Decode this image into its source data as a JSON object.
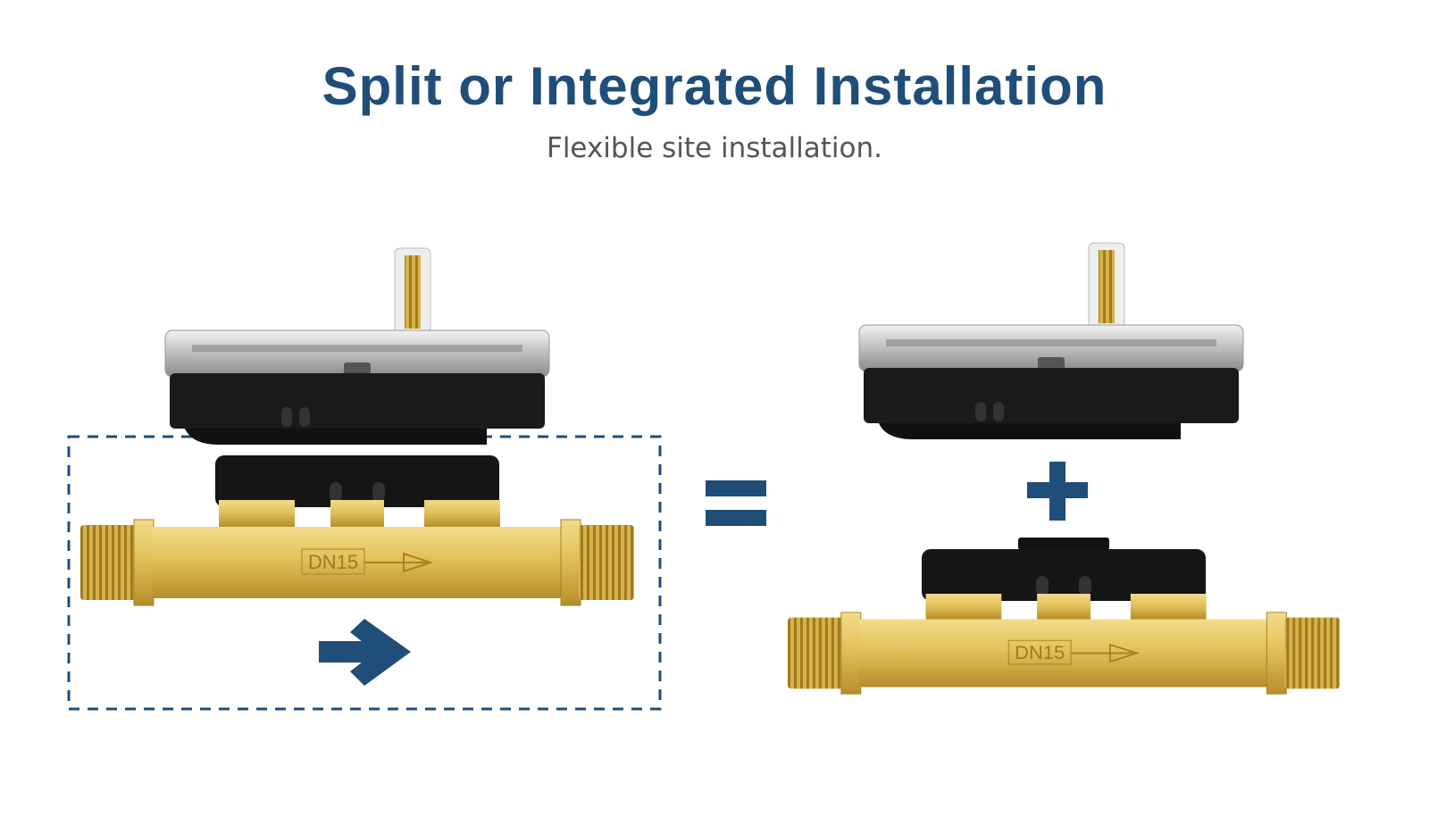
{
  "header": {
    "title": "Split or Integrated Installation",
    "subtitle": "Flexible site installation."
  },
  "product": {
    "pipe_label": "DN15"
  },
  "colors": {
    "brand_blue": "#1f4e79",
    "brass": "#d9b54a",
    "meter_black": "#1a1a1a"
  },
  "icons": {
    "equals": "equals-icon",
    "plus": "plus-icon",
    "flow_arrow": "arrow-right-icon"
  }
}
